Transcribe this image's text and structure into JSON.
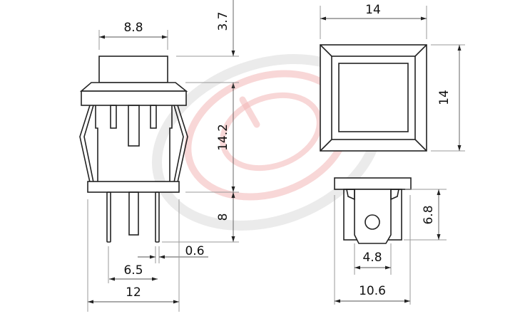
{
  "diagram": {
    "type": "technical-drawing",
    "subject": "square push button switch dimensions",
    "units": "mm"
  },
  "side_view": {
    "dims": {
      "cap_width": "8.8",
      "cap_height": "3.7",
      "body_height": "14.2",
      "pin_length": "8",
      "pin_thickness": "0.6",
      "pin_spacing": "6.5",
      "body_width": "12"
    }
  },
  "top_view": {
    "dims": {
      "width": "14",
      "height": "14"
    }
  },
  "bottom_view": {
    "dims": {
      "height": "6.8",
      "terminal_width": "4.8",
      "width": "10.6"
    }
  },
  "watermark": {
    "colors": {
      "red": "#f2b6b6",
      "grey": "#e3e3e3"
    }
  }
}
